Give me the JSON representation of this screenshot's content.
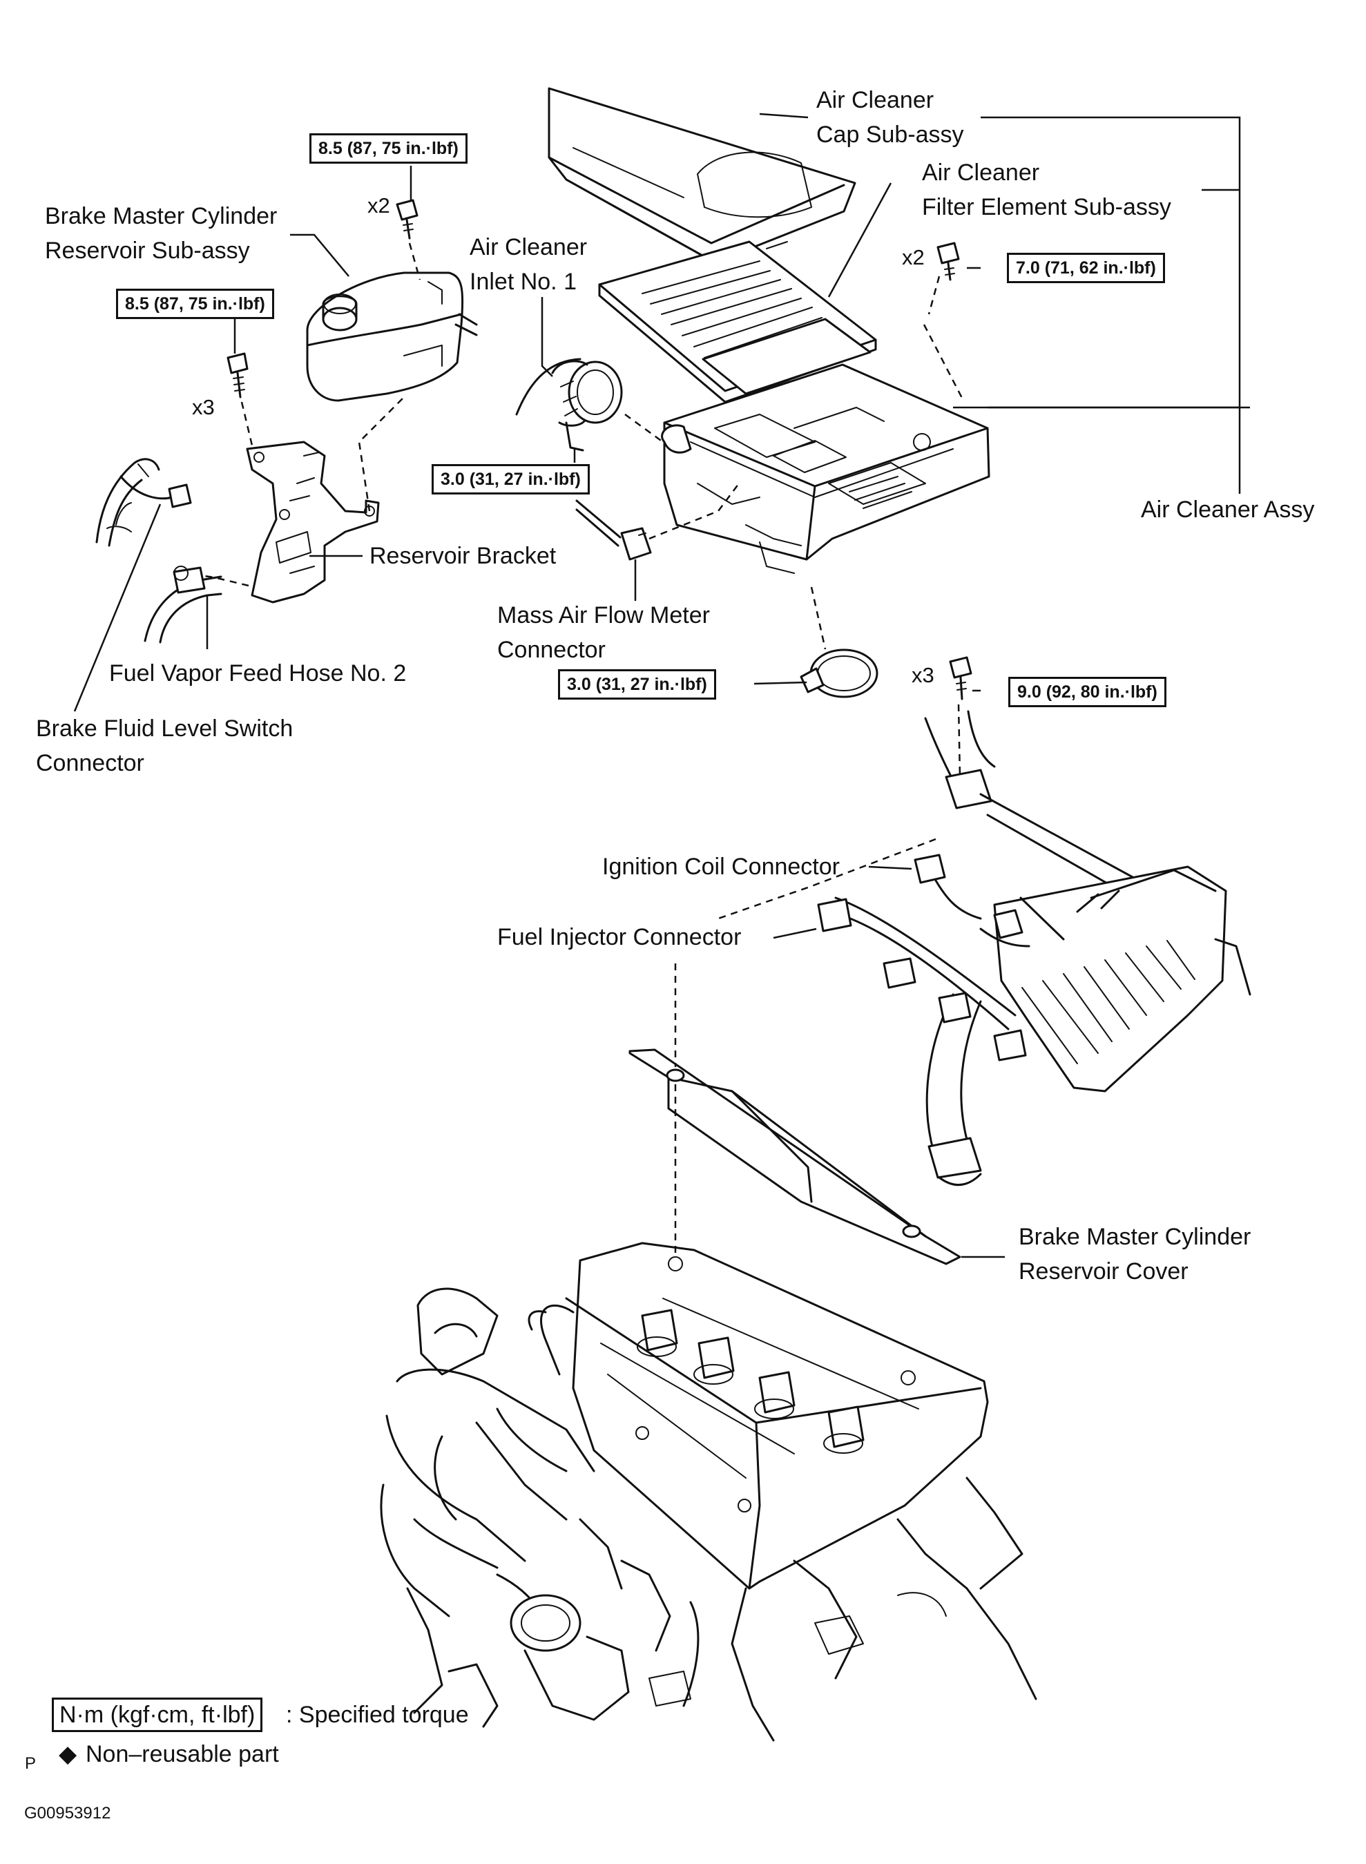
{
  "labels": {
    "air_cleaner_cap": [
      "Air Cleaner",
      "Cap Sub-assy"
    ],
    "air_cleaner_filter": [
      "Air Cleaner",
      "Filter Element Sub-assy"
    ],
    "brake_master_cyl_reservoir": [
      "Brake Master Cylinder",
      "Reservoir Sub-assy"
    ],
    "air_cleaner_inlet": [
      "Air Cleaner",
      "Inlet No. 1"
    ],
    "air_cleaner_assy": "Air Cleaner Assy",
    "reservoir_bracket": "Reservoir Bracket",
    "mass_air_flow_meter": [
      "Mass Air Flow Meter",
      "Connector"
    ],
    "fuel_vapor_hose": "Fuel Vapor Feed Hose No. 2",
    "brake_fluid_level_switch": [
      "Brake Fluid Level Switch",
      "Connector"
    ],
    "ignition_coil_connector": "Ignition Coil Connector",
    "fuel_injector_connector": "Fuel Injector Connector",
    "brake_master_cyl_cover": [
      "Brake Master Cylinder",
      "Reservoir Cover"
    ]
  },
  "torques": {
    "reservoir_top": "8.5 (87, 75 in.·lbf)",
    "bracket": "8.5 (87, 75 in.·lbf)",
    "air_cleaner_bolts": "7.0 (71, 62 in.·lbf)",
    "inlet_clamp": "3.0 (31, 27 in.·lbf)",
    "outlet_clamp": "3.0 (31, 27 in.·lbf)",
    "ignition_bolts": "9.0 (92, 80 in.·lbf)"
  },
  "quantities": {
    "reservoir_top": "x2",
    "bracket": "x3",
    "air_cleaner_bolts": "x2",
    "ignition_bolts": "x3"
  },
  "legend": {
    "torque_unit": "N·m (kgf·cm, ft·lbf)",
    "torque_desc": ": Specified torque",
    "nonreusable_symbol": "◆",
    "nonreusable_desc": "Non–reusable part"
  },
  "corner_letter": "P",
  "figure_id": "G00953912"
}
